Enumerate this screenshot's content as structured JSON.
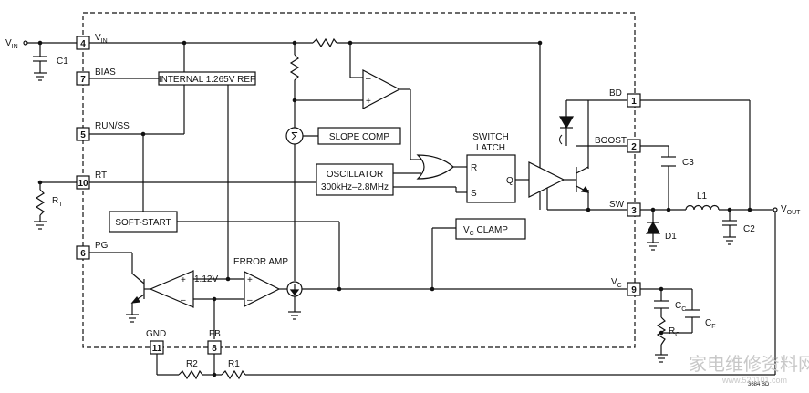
{
  "pins": [
    {
      "num": "4",
      "name": "V",
      "sub": "IN"
    },
    {
      "num": "7",
      "name": "BIAS"
    },
    {
      "num": "5",
      "name": "RUN/SS"
    },
    {
      "num": "10",
      "name": "RT"
    },
    {
      "num": "6",
      "name": "PG"
    },
    {
      "num": "11",
      "name": "GND"
    },
    {
      "num": "8",
      "name": "FB"
    },
    {
      "num": "1",
      "name": "BD"
    },
    {
      "num": "2",
      "name": "BOOST"
    },
    {
      "num": "3",
      "name": "SW"
    },
    {
      "num": "9",
      "name": "V",
      "sub": "C"
    }
  ],
  "blocks": {
    "ref": "INTERNAL 1.265V REF",
    "slope": "SLOPE COMP",
    "osc_line1": "OSCILLATOR",
    "osc_line2": "300kHz–2.8MHz",
    "softstart": "SOFT-START",
    "vclamp_main": "V",
    "vclamp_sub": "C",
    "vclamp_rest": " CLAMP",
    "latch_line1": "SWITCH",
    "latch_line2": "LATCH",
    "latch_r": "R",
    "latch_s": "S",
    "latch_q": "Q",
    "error_amp": "ERROR AMP",
    "pg_threshold": "1.12V",
    "sum": "Σ"
  },
  "external": {
    "vin_main": "V",
    "vin_sub": "IN",
    "vout_main": "V",
    "vout_sub": "OUT",
    "c1": "C1",
    "rt_main": "R",
    "rt_sub": "T",
    "c3": "C3",
    "l1": "L1",
    "d1": "D1",
    "c2": "C2",
    "cc_main": "C",
    "cc_sub": "C",
    "rc_main": "R",
    "rc_sub": "C",
    "cf_main": "C",
    "cf_sub": "F",
    "r1": "R1",
    "r2": "R2"
  },
  "opamp_signs": {
    "plus": "+",
    "minus": "–"
  },
  "footer": {
    "code": "3684 BD",
    "watermark": "家电维修资料网",
    "watermark_url": "www.520101.com"
  }
}
